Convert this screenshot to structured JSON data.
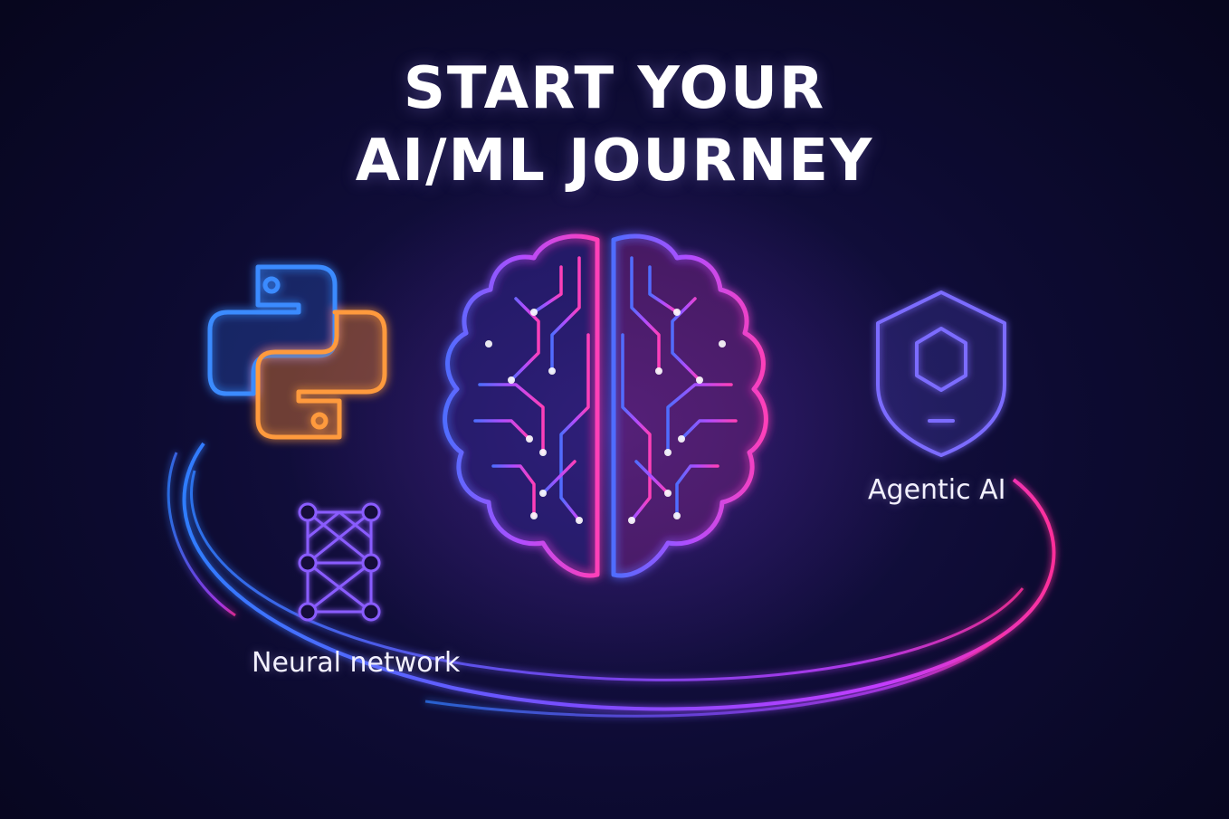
{
  "hero": {
    "title_line1": "START YOUR",
    "title_line2": "AI/ML JOURNEY"
  },
  "labels": {
    "neural_network": "Neural network",
    "agentic_ai": "Agentic AI"
  },
  "icons": {
    "python": "python-logo-icon",
    "brain": "brain-circuit-icon",
    "shield": "shield-hexagon-icon",
    "network": "neural-network-icon"
  },
  "colors": {
    "background": "#0d0b32",
    "cyan_blue": "#3b8bff",
    "orange": "#ff9a3c",
    "violet": "#8a5cff",
    "magenta": "#ff3fb8",
    "text": "#ffffff"
  }
}
